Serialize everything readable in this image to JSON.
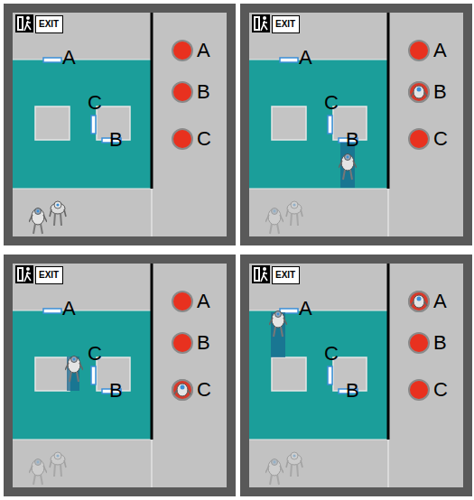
{
  "diagram": {
    "nodes": [
      {
        "text": [
          "EXIT"
        ]
      },
      {
        "text": [
          "EXIT"
        ]
      },
      {
        "text": [
          "EXIT"
        ]
      },
      {
        "text": [
          "EXIT"
        ]
      }
    ],
    "labels": [
      "A",
      "C",
      "B",
      "A",
      "B",
      "C",
      "A",
      "C",
      "B",
      "A",
      "B",
      "C",
      "A",
      "C",
      "B",
      "A",
      "B",
      "C",
      "A",
      "C",
      "B",
      "A",
      "B",
      "C"
    ]
  }
}
